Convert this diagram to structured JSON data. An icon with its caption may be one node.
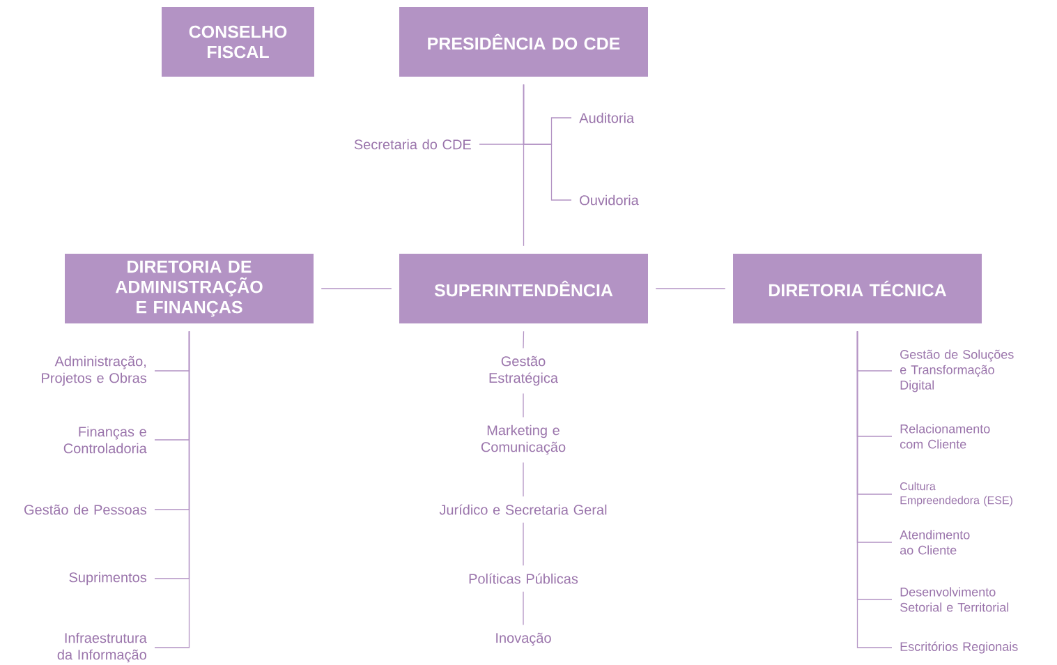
{
  "diagram": {
    "nodes": [
      {
        "text": [
          "CONSELHO FISCAL"
        ]
      },
      {
        "text": [
          "PRESIDÊNCIA DO CDE"
        ]
      },
      {
        "text": [
          "Secretaria do CDE"
        ]
      },
      {
        "text": [
          "Auditoria"
        ]
      },
      {
        "text": [
          "Ouvidoria"
        ]
      },
      {
        "text": [
          "DIRETORIA DE ADMINISTRAÇÃO E FINANÇAS"
        ]
      },
      {
        "text": [
          "SUPERINTENDÊNCIA"
        ]
      },
      {
        "text": [
          "DIRETORIA TÉCNICA"
        ]
      },
      {
        "text": [
          "Administração, Projetos e Obras"
        ]
      },
      {
        "text": [
          "Finanças e Controladoria"
        ]
      },
      {
        "text": [
          "Gestão de Pessoas"
        ]
      },
      {
        "text": [
          "Suprimentos"
        ]
      },
      {
        "text": [
          "Infraestrutura da Informação"
        ]
      },
      {
        "text": [
          "Gestão Estratégica"
        ]
      },
      {
        "text": [
          "Marketing e Comunicação"
        ]
      },
      {
        "text": [
          "Jurídico e Secretaria Geral"
        ]
      },
      {
        "text": [
          "Políticas Públicas"
        ]
      },
      {
        "text": [
          "Inovação"
        ]
      },
      {
        "text": [
          "Gestão de Soluções e Transformação Digital"
        ]
      },
      {
        "text": [
          "Relacionamento com Cliente"
        ]
      },
      {
        "text": [
          "Cultura Empreendedora (ESE)"
        ]
      },
      {
        "text": [
          "Atendimento ao Cliente"
        ]
      },
      {
        "text": [
          "Desenvolvimento Setorial e Territorial"
        ]
      },
      {
        "text": [
          "Escritórios Regionais"
        ]
      }
    ],
    "edges": [
      {
        "from": 1,
        "to": 6,
        "arrow": "none"
      },
      {
        "from": 1,
        "to": 2,
        "arrow": "none"
      },
      {
        "from": 1,
        "to": 3,
        "arrow": "none"
      },
      {
        "from": 1,
        "to": 4,
        "arrow": "none"
      },
      {
        "from": 6,
        "to": 5,
        "arrow": "none"
      },
      {
        "from": 6,
        "to": 7,
        "arrow": "none"
      },
      {
        "from": 5,
        "to": 8,
        "arrow": "none"
      },
      {
        "from": 5,
        "to": 9,
        "arrow": "none"
      },
      {
        "from": 5,
        "to": 10,
        "arrow": "none"
      },
      {
        "from": 5,
        "to": 11,
        "arrow": "none"
      },
      {
        "from": 5,
        "to": 12,
        "arrow": "none"
      },
      {
        "from": 6,
        "to": 13,
        "arrow": "none"
      },
      {
        "from": 13,
        "to": 14,
        "arrow": "none"
      },
      {
        "from": 14,
        "to": 15,
        "arrow": "none"
      },
      {
        "from": 15,
        "to": 16,
        "arrow": "none"
      },
      {
        "from": 16,
        "to": 17,
        "arrow": "none"
      },
      {
        "from": 7,
        "to": 18,
        "arrow": "none"
      },
      {
        "from": 7,
        "to": 19,
        "arrow": "none"
      },
      {
        "from": 7,
        "to": 20,
        "arrow": "none"
      },
      {
        "from": 7,
        "to": 21,
        "arrow": "none"
      },
      {
        "from": 7,
        "to": 22,
        "arrow": "none"
      },
      {
        "from": 7,
        "to": 23,
        "arrow": "none"
      }
    ]
  }
}
